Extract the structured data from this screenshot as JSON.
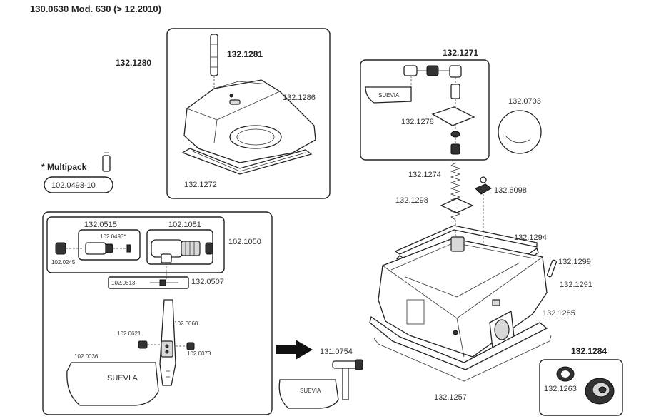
{
  "header": {
    "title": "130.0630 Mod. 630 (> 12.2010)"
  },
  "multipack": {
    "label": "* Multipack",
    "code": "102.0493-10"
  },
  "parts": {
    "p1321280": "132.1280",
    "p1321281": "132.1281",
    "p1321286": "132.1286",
    "p1321272": "132.1272",
    "p1321271": "132.1271",
    "p1321278": "132.1278",
    "p1320703": "132.0703",
    "p1321274": "132.1274",
    "p1321298": "132.1298",
    "p1326098": "132.6098",
    "p1321294": "132.1294",
    "p1321299": "132.1299",
    "p1321291": "132.1291",
    "p1321285": "132.1285",
    "p1321284": "132.1284",
    "p1321263": "132.1263",
    "p1321257": "132.1257",
    "p1320515": "132.0515",
    "p1020493s": "102.0493*",
    "p1021051": "102.1051",
    "p1021050": "102.1050",
    "p1020245": "102.0245",
    "p1020513": "102.0513",
    "p1320507": "132.0507",
    "p1020060": "102.0060",
    "p1020621": "102.0621",
    "p1020073": "102.0073",
    "p1020036": "102.0036",
    "p1310754": "131.0754"
  },
  "tags": {
    "suevi_large": "SUEVI A",
    "suevi_small": "SUEVIA",
    "suevi_top": "SUEVIA"
  }
}
